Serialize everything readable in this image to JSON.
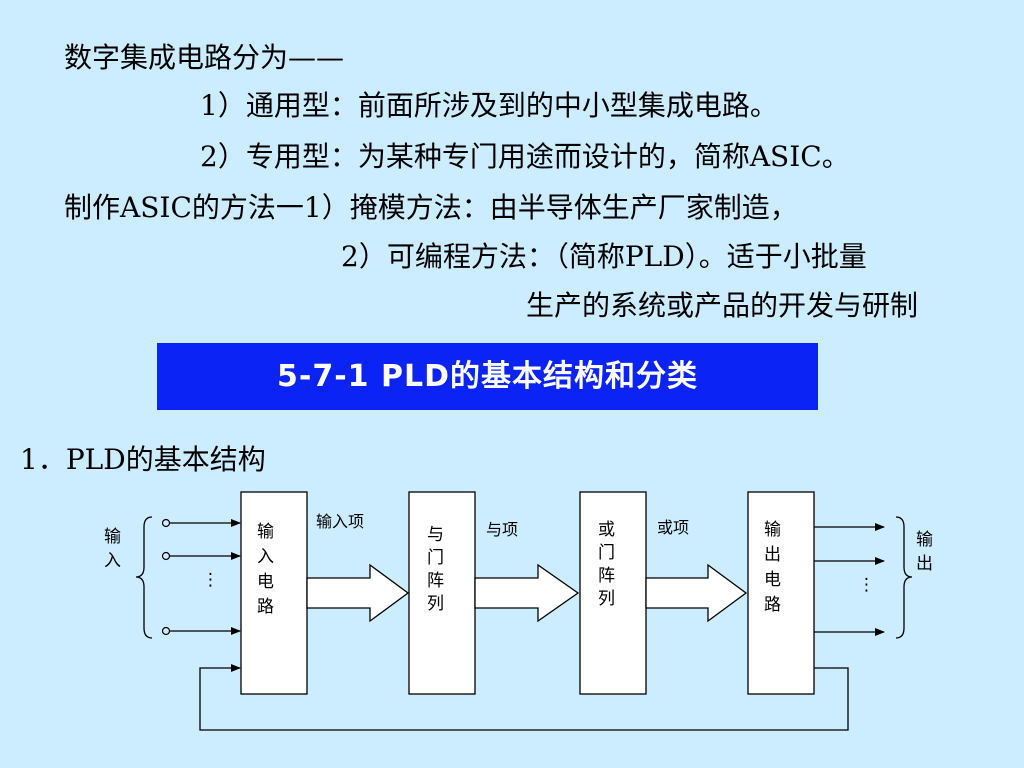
{
  "text": {
    "line1": "数字集成电路分为——",
    "line2": "1）通用型：前面所涉及到的中小型集成电路。",
    "line3": "2）专用型：为某种专门用途而设计的，简称ASIC。",
    "line4": "制作ASIC的方法一1）掩模方法：由半导体生产厂家制造，",
    "line5": "2）可编程方法：（简称PLD）。适于小批量",
    "line6": "生产的系统或产品的开发与研制"
  },
  "banner": {
    "title": "5-7-1   PLD的基本结构和分类"
  },
  "section": {
    "heading": "1．PLD的基本结构"
  },
  "diagram": {
    "input_side": [
      "输",
      "入"
    ],
    "input_circuit": [
      "输",
      "入",
      "电",
      "路"
    ],
    "and_array": [
      "与",
      "门",
      "阵",
      "列"
    ],
    "or_array": [
      "或",
      "门",
      "阵",
      "列"
    ],
    "output_circuit": [
      "输",
      "出",
      "电",
      "路"
    ],
    "output_side": [
      "输",
      "出"
    ],
    "label_input_terms": "输入项",
    "label_and_terms": "与项",
    "label_or_terms": "或项",
    "dots": "⋮"
  }
}
